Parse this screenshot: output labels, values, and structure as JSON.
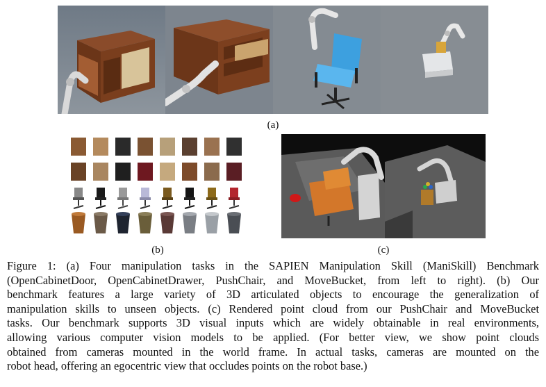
{
  "figure": {
    "labels": {
      "a": "(a)",
      "b": "(b)",
      "c": "(c)"
    },
    "panel_a_tiles": [
      "OpenCabinetDoor",
      "OpenCabinetDrawer",
      "PushChair",
      "MoveBucket"
    ],
    "caption_lines": [
      "Figure 1: (a) Four manipulation tasks in the SAPIEN Manipulation Skill (ManiSkill) Benchmark",
      "(OpenCabinetDoor, OpenCabinetDrawer, PushChair, and MoveBucket, from left to right). (b) Our",
      "benchmark features a large variety of 3D articulated objects to encourage the generalization of",
      "manipulation skills to unseen objects. (c) Rendered point cloud from our PushChair and MoveBucket",
      "tasks. Our benchmark supports 3D visual inputs which are widely obtainable in real environments,",
      "allowing various computer vision models to be applied. (For better view, we show point clouds",
      "obtained from cameras mounted in the world frame. In actual tasks, cameras are mounted on the",
      "robot head, offering an egocentric view that occludes points on the robot base.)"
    ]
  }
}
